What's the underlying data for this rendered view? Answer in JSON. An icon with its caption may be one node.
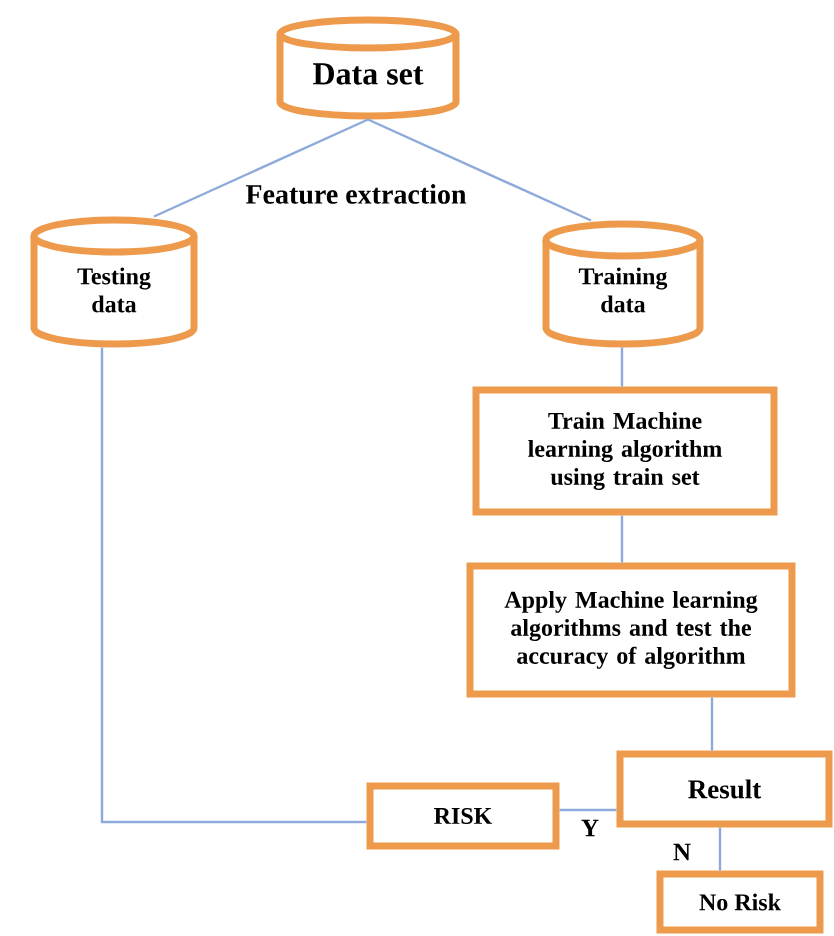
{
  "diagram": {
    "nodes": [
      {
        "text": [
          "Data set"
        ]
      },
      {
        "text": [
          "Testing data"
        ]
      },
      {
        "text": [
          "Training data"
        ]
      },
      {
        "text": [
          "Train Machine learning algorithm using train set"
        ]
      },
      {
        "text": [
          "Apply Machine learning algorithms and test the accuracy of algorithm"
        ]
      },
      {
        "text": [
          "Result"
        ]
      },
      {
        "text": [
          "RISK"
        ]
      },
      {
        "text": [
          "No Risk"
        ]
      }
    ],
    "edges": [
      {
        "from": 0,
        "to": 1,
        "arrow": "none"
      },
      {
        "from": 0,
        "to": 2,
        "arrow": "none"
      },
      {
        "from": 2,
        "to": 3,
        "arrow": "none"
      },
      {
        "from": 3,
        "to": 4,
        "arrow": "none"
      },
      {
        "from": 4,
        "to": 5,
        "arrow": "none"
      },
      {
        "from": 1,
        "to": 6,
        "arrow": "none"
      },
      {
        "from": 5,
        "to": 6,
        "arrow": "none",
        "label": "Y"
      },
      {
        "from": 5,
        "to": 7,
        "arrow": "none",
        "label": "N"
      }
    ],
    "labels": [
      "Feature extraction"
    ]
  }
}
